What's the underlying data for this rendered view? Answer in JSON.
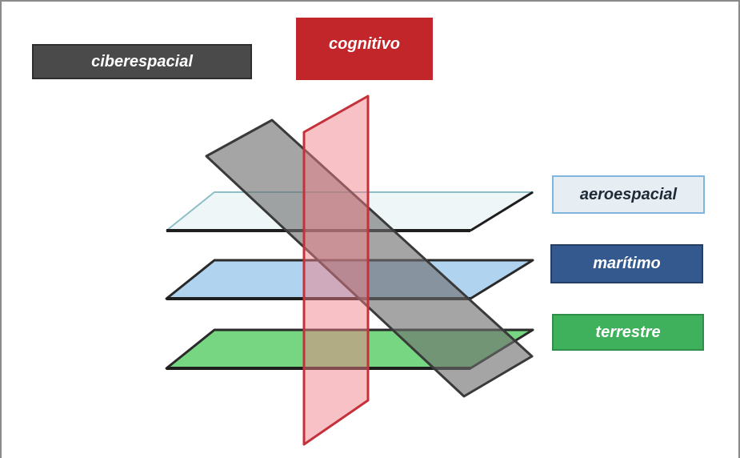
{
  "labels": {
    "ciberespacial": "ciberespacial",
    "cognitivo": "cognitivo",
    "aeroespacial": "aeroespacial",
    "maritimo": "marítimo",
    "terrestre": "terrestre"
  },
  "colors": {
    "ciberespacial": "#4a4a4a",
    "cognitivo": "#c2262b",
    "aeroespacial": "#e6eef4",
    "maritimo": "#34598f",
    "terrestre": "#3fb05c",
    "aeroespacial_text": "#1f2a36",
    "frame": "#8a8a8a"
  }
}
